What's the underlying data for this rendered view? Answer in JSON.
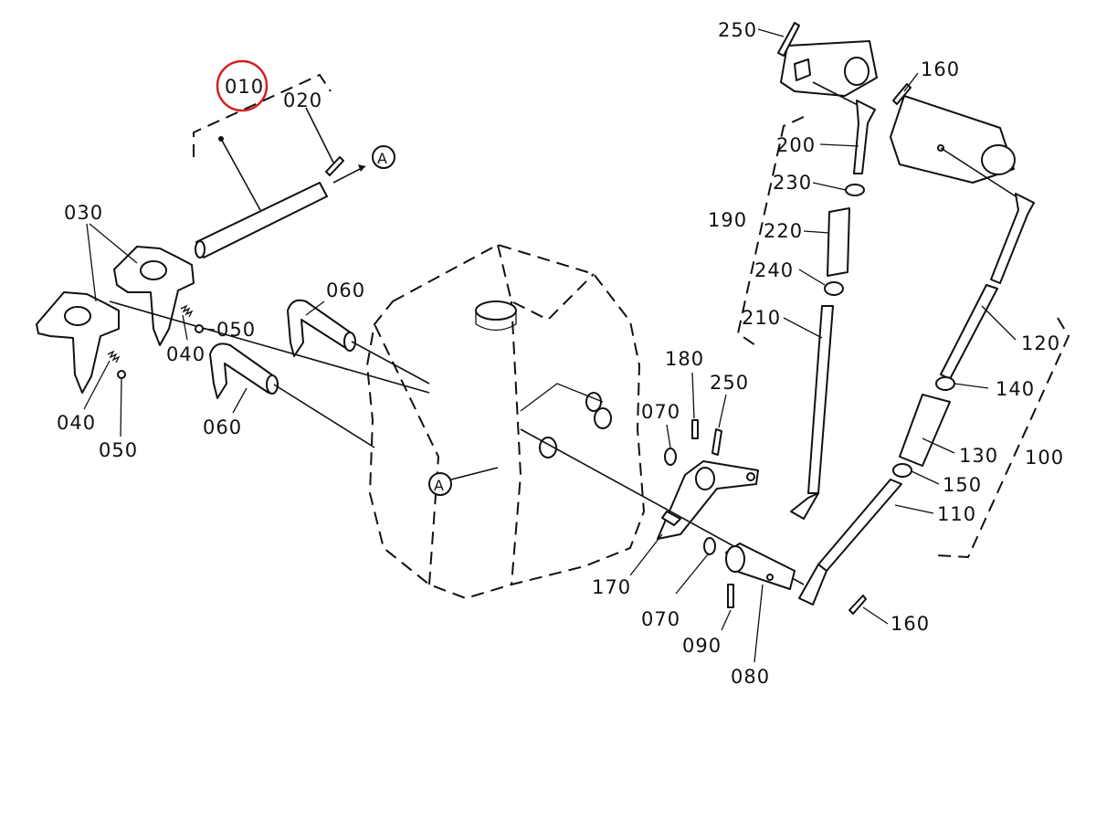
{
  "highlight": {
    "part_number": "010",
    "color": "#d42020"
  },
  "reference_marker": "A",
  "callouts": {
    "c010": "010",
    "c020": "020",
    "c030": "030",
    "c040a": "040",
    "c040b": "040",
    "c050a": "050",
    "c050b": "050",
    "c060a": "060",
    "c060b": "060",
    "c070a": "070",
    "c070b": "070",
    "c080": "080",
    "c090": "090",
    "c100": "100",
    "c110": "110",
    "c120": "120",
    "c130": "130",
    "c140": "140",
    "c150": "150",
    "c160a": "160",
    "c160b": "160",
    "c170": "170",
    "c180": "180",
    "c190": "190",
    "c200": "200",
    "c210": "210",
    "c220": "220",
    "c230": "230",
    "c240": "240",
    "c250a": "250",
    "c250b": "250"
  }
}
